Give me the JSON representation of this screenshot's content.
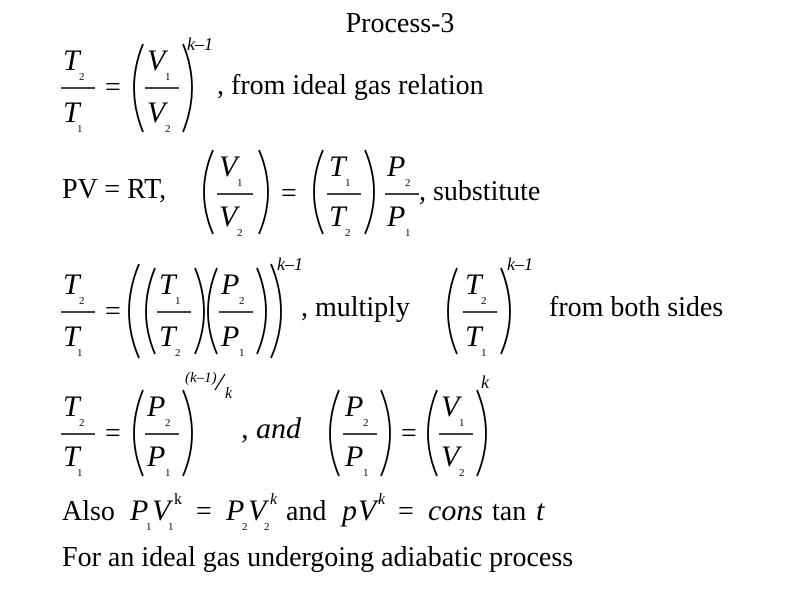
{
  "slide": {
    "title": "Process-3",
    "texts": {
      "l1_note": ", from ideal gas relation",
      "l2_pv": "PV = RT,",
      "l2_sub": ", substitute",
      "l3_mult": ", multiply",
      "l3_both": "from both sides",
      "l4_and": ", and",
      "l5_also": "Also",
      "l5_and": "and",
      "l5_const_a": "cons",
      "l5_const_b": "tan",
      "l5_const_c": "t",
      "l6": "For an ideal gas undergoing adiabatic process"
    },
    "symbols": {
      "T": "T",
      "V": "V",
      "P": "P",
      "p": "p",
      "s1": "1",
      "s2": "2",
      "km1": "k–1",
      "k": "k",
      "K": "k",
      "km1_paren": "(k–1)"
    }
  }
}
